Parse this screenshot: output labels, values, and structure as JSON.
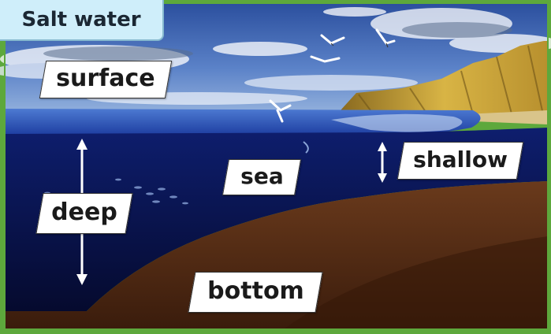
{
  "title": "Salt water",
  "labels": {
    "surface": "surface",
    "sea": "sea",
    "shallow": "shallow",
    "deep": "deep",
    "bottom": "bottom"
  },
  "colors": {
    "title_background": "#cfeefa",
    "sky": "#3f67b4",
    "deep_water": "#0a1450",
    "sea_floor": "#4a2612",
    "cliff": "#c8a43a",
    "label_background": "#ffffff"
  }
}
